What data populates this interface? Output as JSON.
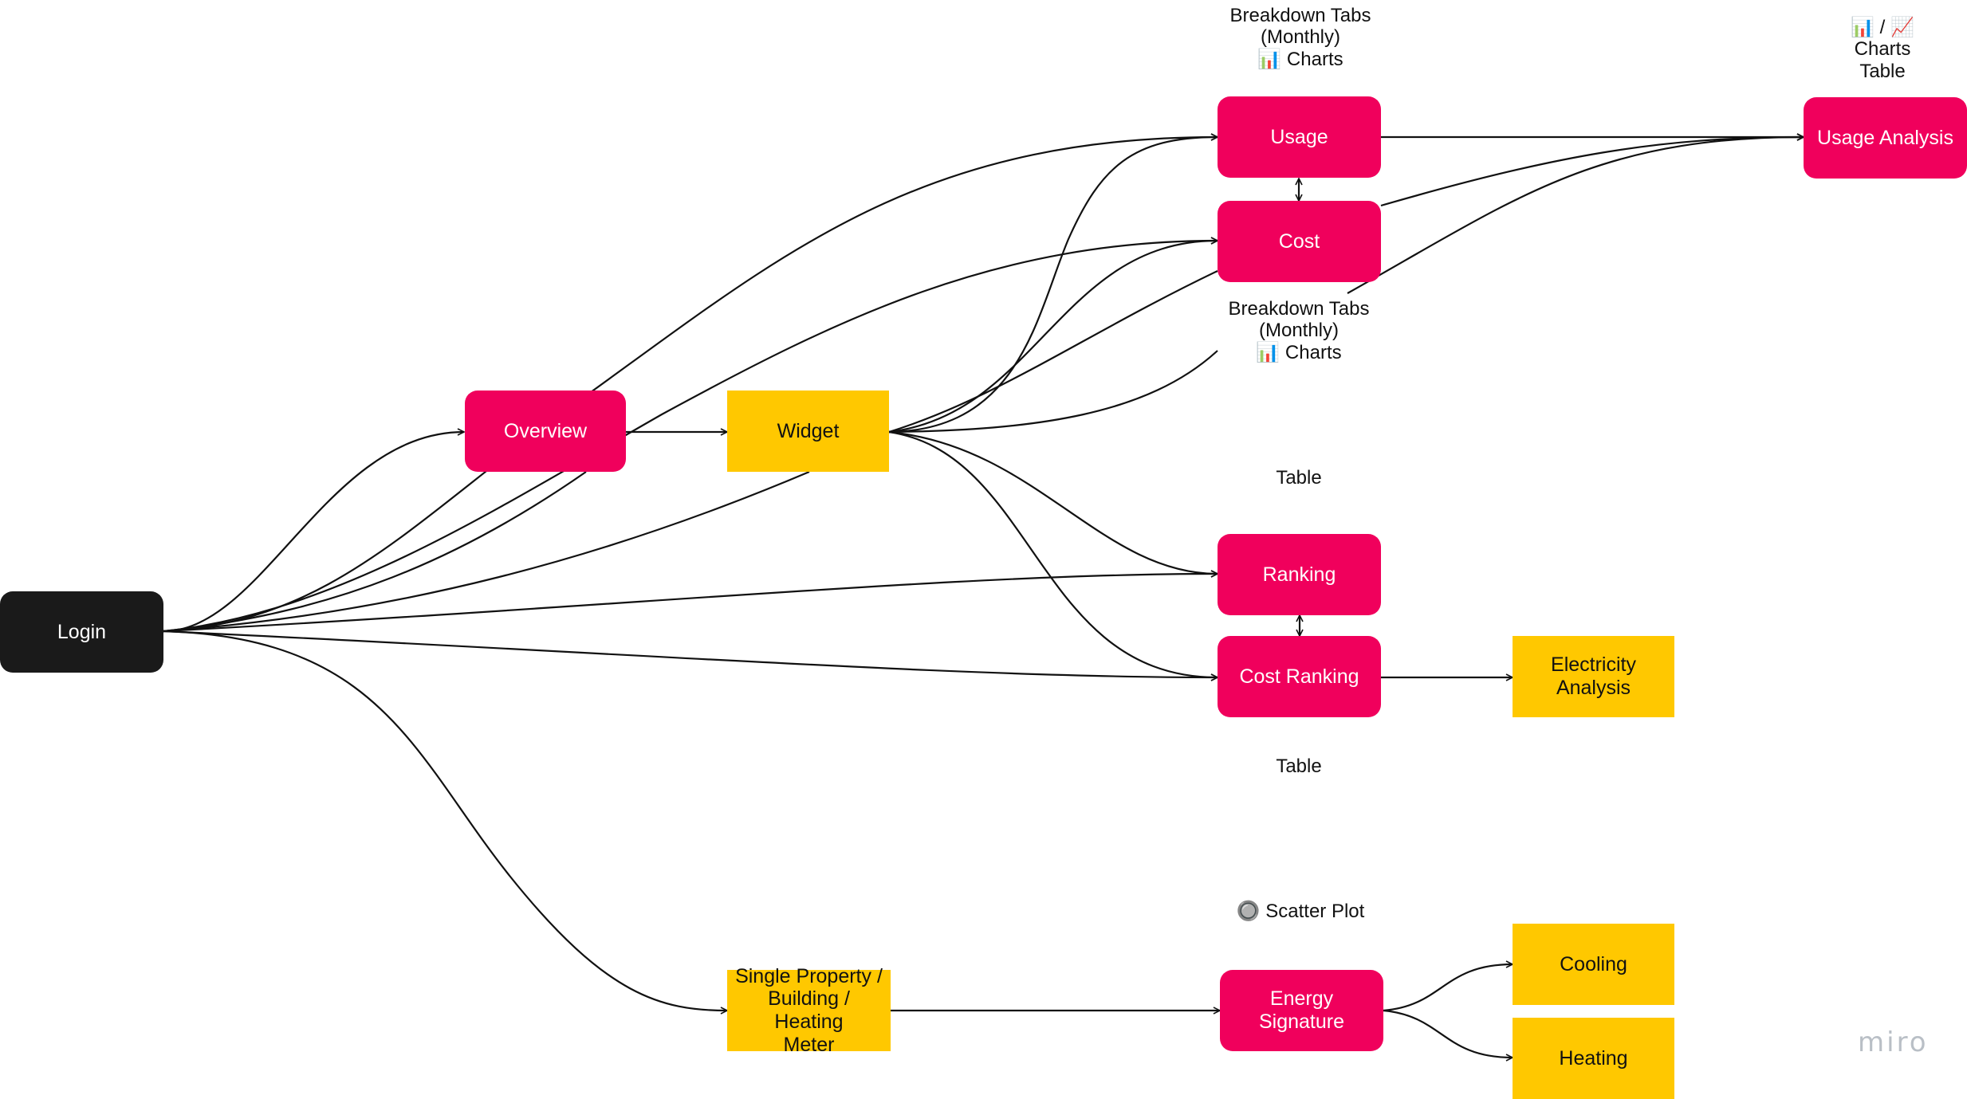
{
  "diagram": {
    "nodes": {
      "login": "Login",
      "overview": "Overview",
      "widget": "Widget",
      "usage": "Usage",
      "cost": "Cost",
      "usage_analysis": "Usage Analysis",
      "ranking": "Ranking",
      "cost_ranking": "Cost Ranking",
      "electricity_analysis": "Electricity\nAnalysis",
      "single_property": "Single Property /\nBuilding / Heating\nMeter",
      "energy_signature": "Energy Signature",
      "cooling": "Cooling",
      "heating": "Heating"
    },
    "notes": {
      "usage_breakdown": "Breakdown Tabs\n(Monthly)\n📊 Charts",
      "cost_breakdown": "Breakdown Tabs\n(Monthly)\n📊 Charts",
      "usage_analysis_views": "📊 / 📈 Charts\nTable",
      "ranking_table": "Table",
      "cost_ranking_table": "Table",
      "scatter_plot": "🔘 Scatter Plot"
    },
    "watermark": "miro",
    "colors": {
      "page_node": "#f0005c",
      "component_node": "#ffc800",
      "entry_node": "#1a1a1a",
      "edge": "#111111"
    },
    "edges": [
      {
        "from": "login",
        "to": "overview"
      },
      {
        "from": "login",
        "to": "usage"
      },
      {
        "from": "login",
        "to": "cost"
      },
      {
        "from": "login",
        "to": "widget"
      },
      {
        "from": "login",
        "to": "ranking"
      },
      {
        "from": "login",
        "to": "cost_ranking"
      },
      {
        "from": "login",
        "to": "single_property"
      },
      {
        "from": "overview",
        "to": "widget"
      },
      {
        "from": "widget",
        "to": "usage"
      },
      {
        "from": "widget",
        "to": "cost"
      },
      {
        "from": "widget",
        "to": "ranking"
      },
      {
        "from": "widget",
        "to": "cost_ranking"
      },
      {
        "from": "widget",
        "to": "usage_analysis"
      },
      {
        "from": "usage",
        "to": "usage_analysis"
      },
      {
        "from": "cost",
        "to": "usage_analysis"
      },
      {
        "from": "usage",
        "to": "cost",
        "bidirectional": true
      },
      {
        "from": "ranking",
        "to": "cost_ranking",
        "bidirectional": true
      },
      {
        "from": "cost_ranking",
        "to": "electricity_analysis"
      },
      {
        "from": "single_property",
        "to": "energy_signature"
      },
      {
        "from": "energy_signature",
        "to": "cooling"
      },
      {
        "from": "energy_signature",
        "to": "heating"
      }
    ]
  }
}
